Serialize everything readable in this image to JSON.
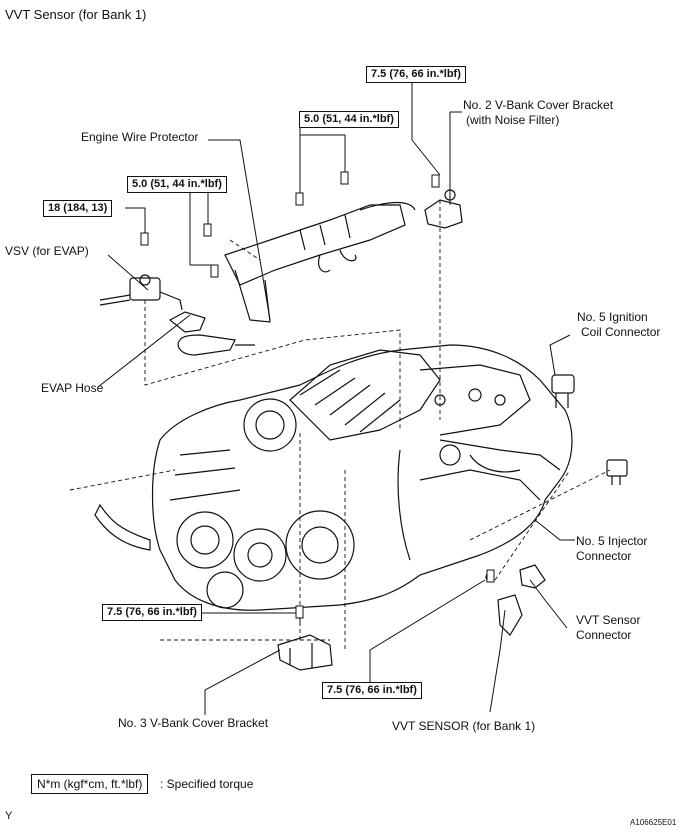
{
  "title": "VVT Sensor (for Bank 1)",
  "torques": {
    "t1": "7.5 (76, 66 in.*lbf)",
    "t2": "5.0 (51, 44 in.*lbf)",
    "t3": "5.0 (51, 44 in.*lbf)",
    "t4": "18 (184, 13)",
    "t5": "7.5 (76, 66 in.*lbf)",
    "t6": "7.5 (76, 66 in.*lbf)"
  },
  "labels": {
    "bracket2_line1": "No. 2 V-Bank Cover Bracket",
    "bracket2_line2": "(with Noise Filter)",
    "wire_protector": "Engine Wire Protector",
    "vsv": "VSV (for EVAP)",
    "evap_hose": "EVAP Hose",
    "ignition_line1": "No. 5 Ignition",
    "ignition_line2": "Coil Connector",
    "injector_line1": "No. 5 Injector",
    "injector_line2": "Connector",
    "vvt_conn_line1": "VVT Sensor",
    "vvt_conn_line2": "Connector",
    "bracket3": "No. 3 V-Bank Cover Bracket",
    "vvt_sensor": "VVT SENSOR (for Bank 1)"
  },
  "legend": {
    "box": "N*m (kgf*cm, ft.*lbf)",
    "text": ": Specified torque"
  },
  "footer": {
    "left": "Y",
    "right": "A106625E01"
  }
}
